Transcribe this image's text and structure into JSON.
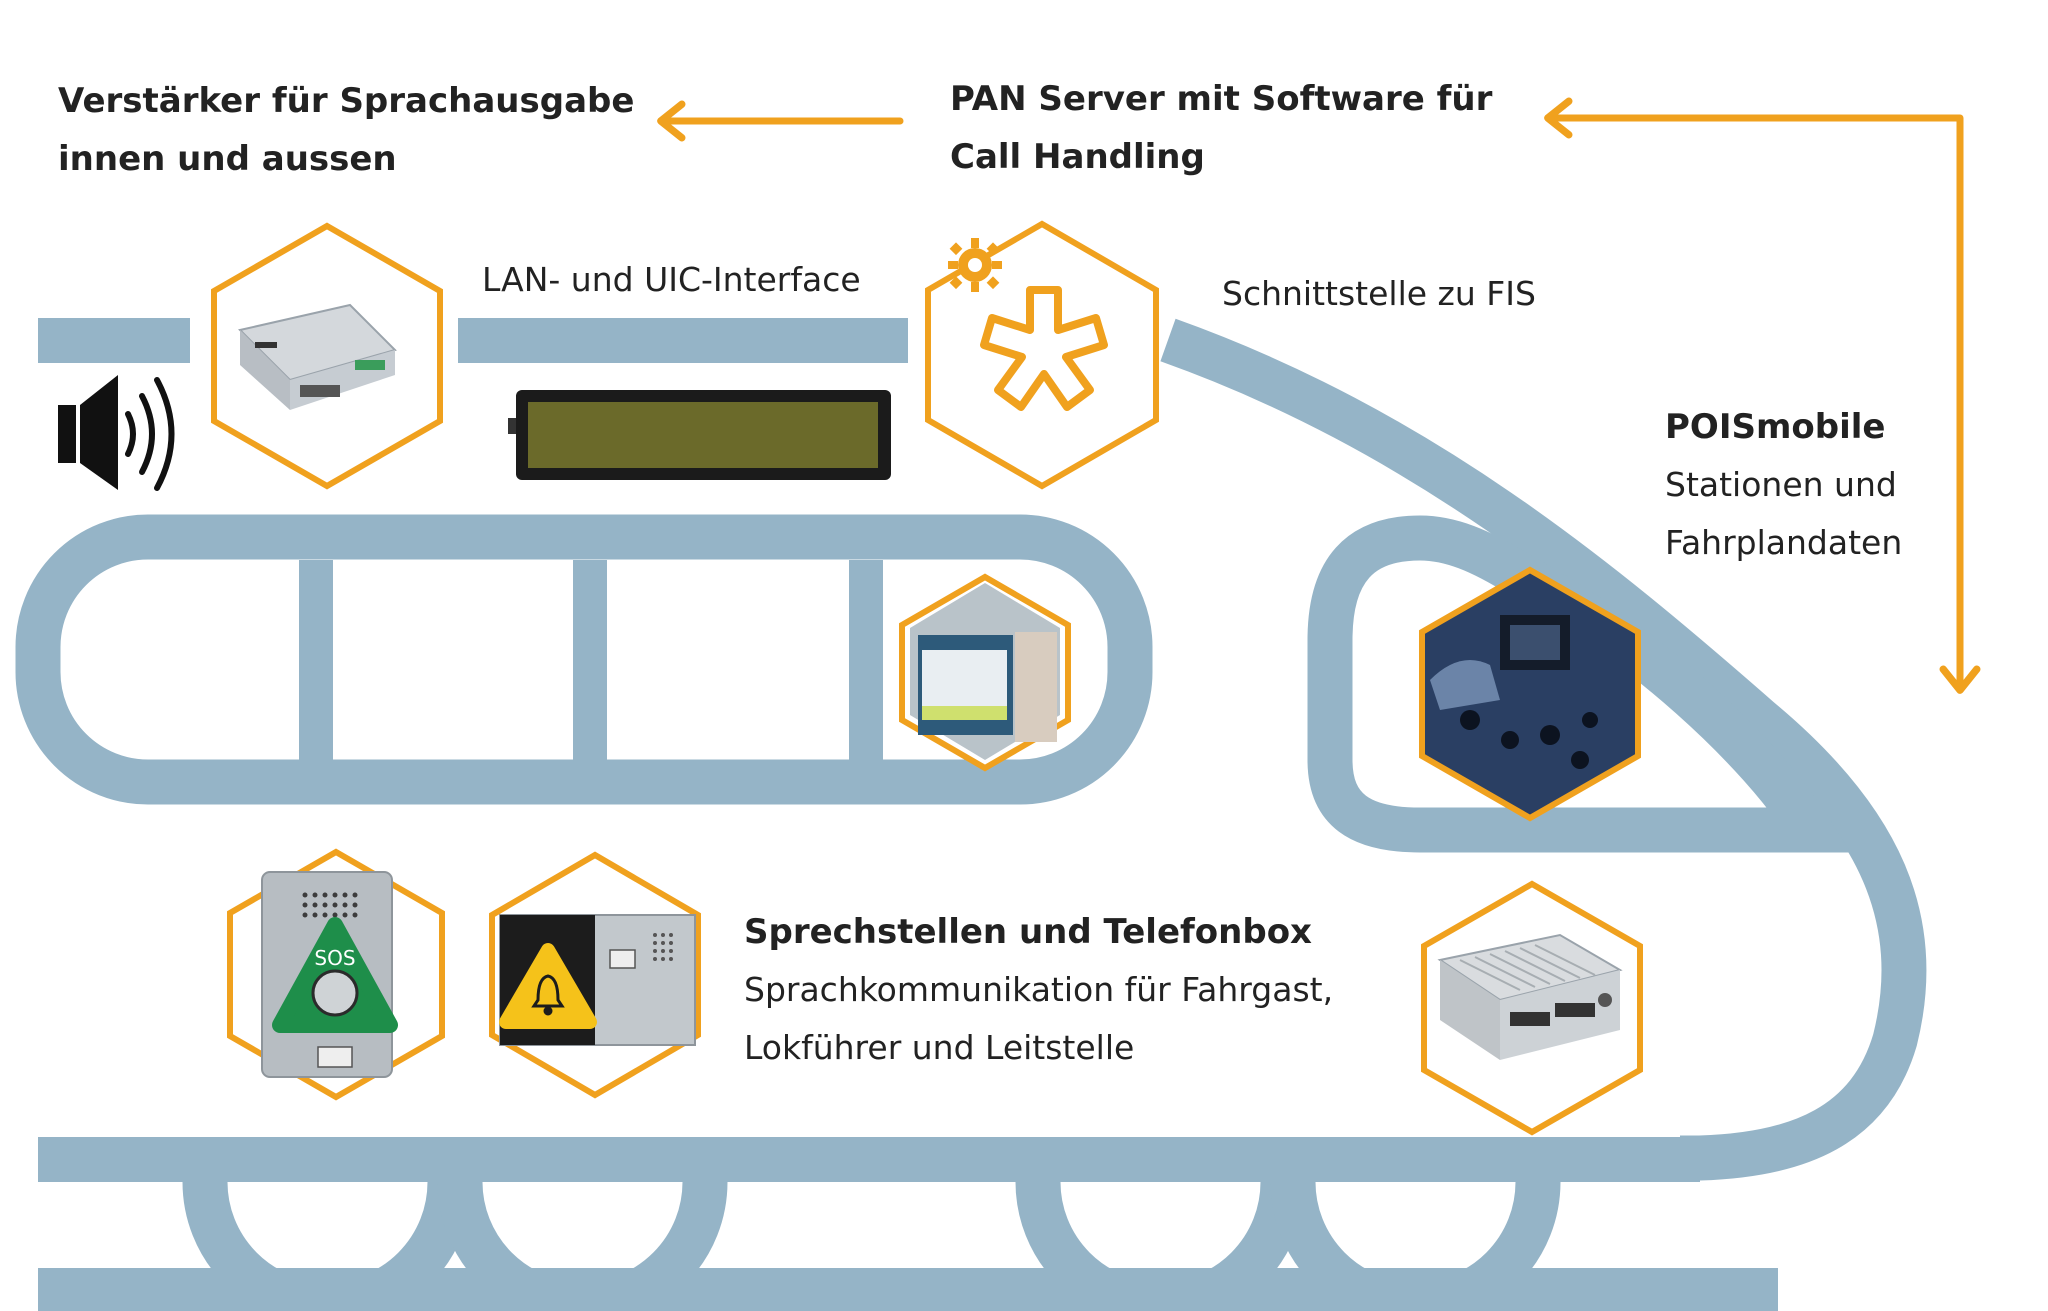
{
  "labels": {
    "amplifier": [
      "Verstärker für Sprachausgabe",
      "innen und aussen"
    ],
    "server": [
      "PAN Server mit Software für",
      "Call Handling"
    ],
    "lan_interface": "LAN- und UIC-Interface",
    "fis_interface": "Schnittstelle zu FIS",
    "poismobile_title": "POISmobile",
    "poismobile_desc": [
      "Stationen und",
      "Fahrplandaten"
    ],
    "stations_title": "Sprechstellen und Telefonbox",
    "stations_desc": [
      "Sprachkommunikation für Fahrgast,",
      "Lokführer und Leitstelle"
    ],
    "sos_label": "SOS"
  },
  "icons": {
    "speaker": "speaker-icon",
    "gear": "gear-icon",
    "asterisk": "asterisk-icon",
    "bell": "bell-icon"
  },
  "colors": {
    "accent": "#F0A11E",
    "train": "#95B4C7",
    "text": "#222222",
    "sos_green": "#1E8E4A",
    "bell_yellow": "#F5C21A"
  }
}
